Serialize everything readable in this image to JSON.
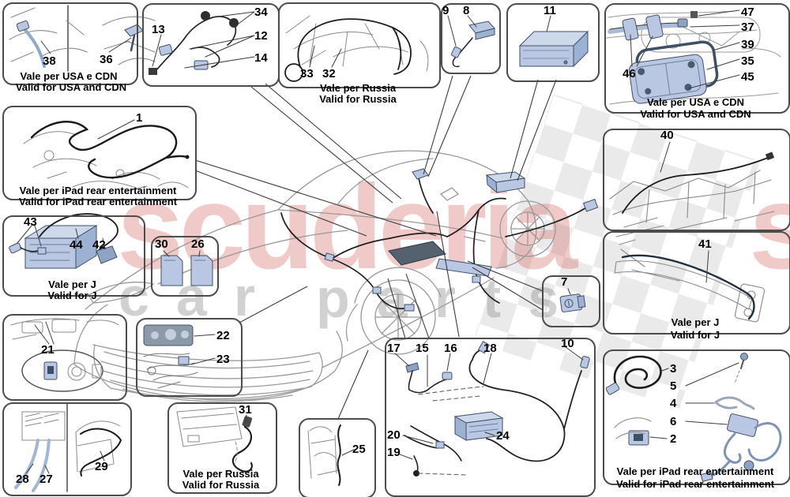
{
  "watermark": {
    "brand": "scuderia",
    "sub1": "car",
    "sub2": "parts",
    "partial": "s",
    "brand_color": "#d45f5f",
    "sub_color": "#9a9a9a",
    "checker_color": "#d9d9d9"
  },
  "captions": {
    "usa_cdn_it": "Vale per USA e CDN",
    "usa_cdn_en": "Valid for USA and CDN",
    "russia_it": "Vale per Russia",
    "russia_en": "Valid for Russia",
    "ipad_it": "Vale per iPad rear entertainment",
    "ipad_en": "Valid for iPad rear entertainment",
    "j_it": "Vale per J",
    "j_en": "Valid for J"
  },
  "callouts": {
    "c1": "1",
    "c2": "2",
    "c3": "3",
    "c4": "4",
    "c5": "5",
    "c6": "6",
    "c7": "7",
    "c8": "8",
    "c9": "9",
    "c10": "10",
    "c11": "11",
    "c12": "12",
    "c13": "13",
    "c14": "14",
    "c15": "15",
    "c16": "16",
    "c17": "17",
    "c18": "18",
    "c19": "19",
    "c20": "20",
    "c21": "21",
    "c22": "22",
    "c23": "23",
    "c24": "24",
    "c25": "25",
    "c26": "26",
    "c27": "27",
    "c28": "28",
    "c29": "29",
    "c30": "30",
    "c31": "31",
    "c32": "32",
    "c33": "33",
    "c34": "34",
    "c35": "35",
    "c36": "36",
    "c37": "37",
    "c38": "38",
    "c39": "39",
    "c40": "40",
    "c41": "41",
    "c42": "42",
    "c43": "43",
    "c44": "44",
    "c45": "45",
    "c46": "46",
    "c47": "47"
  },
  "part_colors": {
    "component_fill": "#b9c7e2",
    "component_stroke": "#3e5066",
    "cable": "#1b1b1b",
    "structure": "#8a8a8a"
  }
}
